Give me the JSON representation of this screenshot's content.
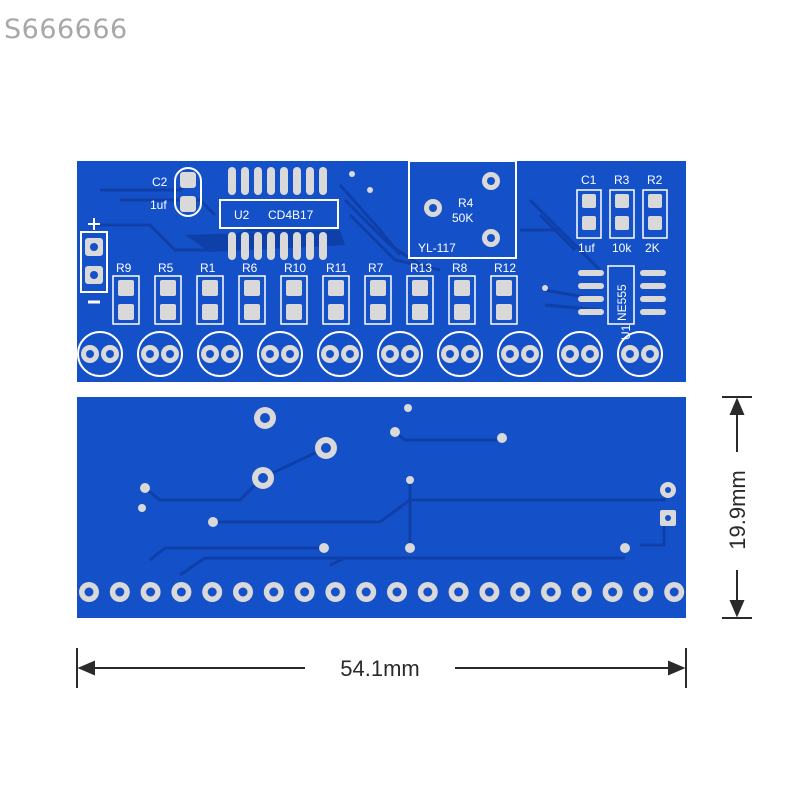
{
  "watermark": "S666666",
  "dimensions": {
    "width_label": "54.1mm",
    "height_label": "19.9mm"
  },
  "pcb_front": {
    "ic_u2_labels": [
      "U2",
      "CD4B17"
    ],
    "cap_c2_labels": [
      "C2",
      "1uf"
    ],
    "pot_labels": [
      "R4",
      "50K",
      "YL-117"
    ],
    "top_right_labels": [
      "C1",
      "R3",
      "R2",
      "1uf",
      "10k",
      "2K"
    ],
    "ne555_labels": [
      "NE555",
      "U1"
    ],
    "resistor_labels": [
      "R9",
      "R5",
      "R1",
      "R6",
      "R10",
      "R11",
      "R7",
      "R13",
      "R8",
      "R12"
    ]
  },
  "colors": {
    "board": "#1450c8",
    "trace": "#0f3fa8",
    "silk": "#ffffff",
    "pad": "#d9d9d9",
    "dimension": "#2a2a2a"
  }
}
